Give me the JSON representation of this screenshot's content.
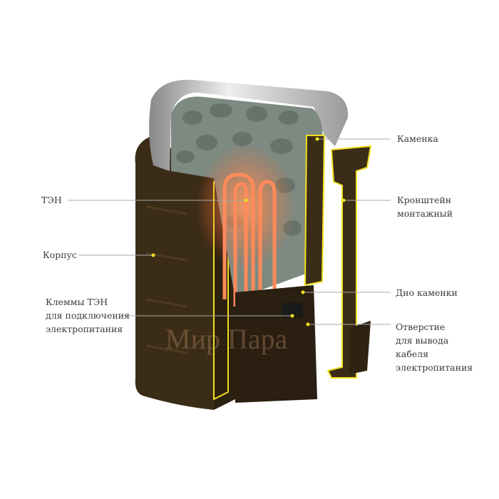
{
  "labels": {
    "stove_top": "Каменка",
    "bracket": [
      "Кронштейн",
      "монтажный"
    ],
    "stove_bottom": "Дно каменки",
    "cable_hole": [
      "Отверстие",
      "для вывода",
      "кабеля",
      "электропитания"
    ],
    "heating_element": "ТЭН",
    "body": "Корпус",
    "terminals": [
      "Клеммы ТЭН",
      "для подключения",
      "электропитания"
    ]
  },
  "watermark": "Мир Пара",
  "colors": {
    "body": "#3b2c17",
    "accent": "#f0e020",
    "glow": "#ff7a40",
    "stones": "#7d8a82"
  }
}
